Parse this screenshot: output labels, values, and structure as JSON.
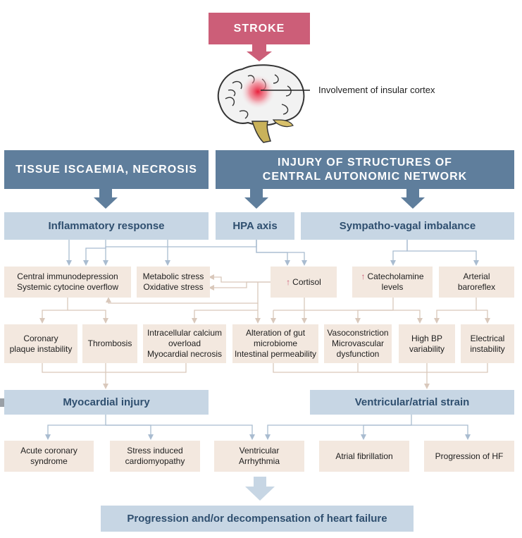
{
  "top": {
    "stroke": "STROKE",
    "insula_label": "Involvement of insular cortex"
  },
  "level1": {
    "tissue": "TISSUE ISCAEMIA, NECROSIS",
    "injury_line1": "INJURY OF STRUCTURES OF",
    "injury_line2": "CENTRAL AUTONOMIC NETWORK"
  },
  "level2": {
    "inflammatory": "Inflammatory response",
    "hpa": "HPA axis",
    "sympatho": "Sympatho-vagal imbalance"
  },
  "level3": {
    "immuno_line1": "Central immunodepression",
    "immuno_line2": "Systemic cytocine overflow",
    "metabolic_line1": "Metabolic stress",
    "metabolic_line2": "Oxidative stress",
    "cortisol": "Cortisol",
    "catecholamine_line1": "Catecholamine",
    "catecholamine_line2": "levels",
    "baroreflex_line1": "Arterial",
    "baroreflex_line2": "baroreflex"
  },
  "level4": {
    "coronary_line1": "Coronary",
    "coronary_line2": "plaque instability",
    "thrombosis": "Thrombosis",
    "calcium_line1": "Intracellular calcium",
    "calcium_line2": "overload",
    "calcium_line3": "Myocardial necrosis",
    "gut_line1": "Alteration of gut",
    "gut_line2": "microbiome",
    "gut_line3": "Intestinal permeability",
    "vaso_line1": "Vasoconstriction",
    "vaso_line2": "Microvascular",
    "vaso_line3": "dysfunction",
    "bp_line1": "High BP",
    "bp_line2": "variability",
    "electrical_line1": "Electrical",
    "electrical_line2": "instability"
  },
  "level5": {
    "myocardial": "Myocardial injury",
    "ventricular_strain": "Ventricular/atrial strain"
  },
  "level6": {
    "acs_line1": "Acute coronary",
    "acs_line2": "syndrome",
    "stress_line1": "Stress induced",
    "stress_line2": "cardiomyopathy",
    "arrhythmia_line1": "Ventricular",
    "arrhythmia_line2": "Arrhythmia",
    "af": "Atrial fibrillation",
    "hf": "Progression of HF"
  },
  "final": {
    "label": "Progression and/or decompensation of heart failure"
  },
  "icons": {
    "up_arrow": "↑",
    "brain": "brain-illustration"
  },
  "colors": {
    "stroke": "#cc5e78",
    "dark_blue": "#5f7e9c",
    "light_blue": "#c7d6e4",
    "beige": "#f3e8df",
    "connector": "#a9bcd0"
  }
}
